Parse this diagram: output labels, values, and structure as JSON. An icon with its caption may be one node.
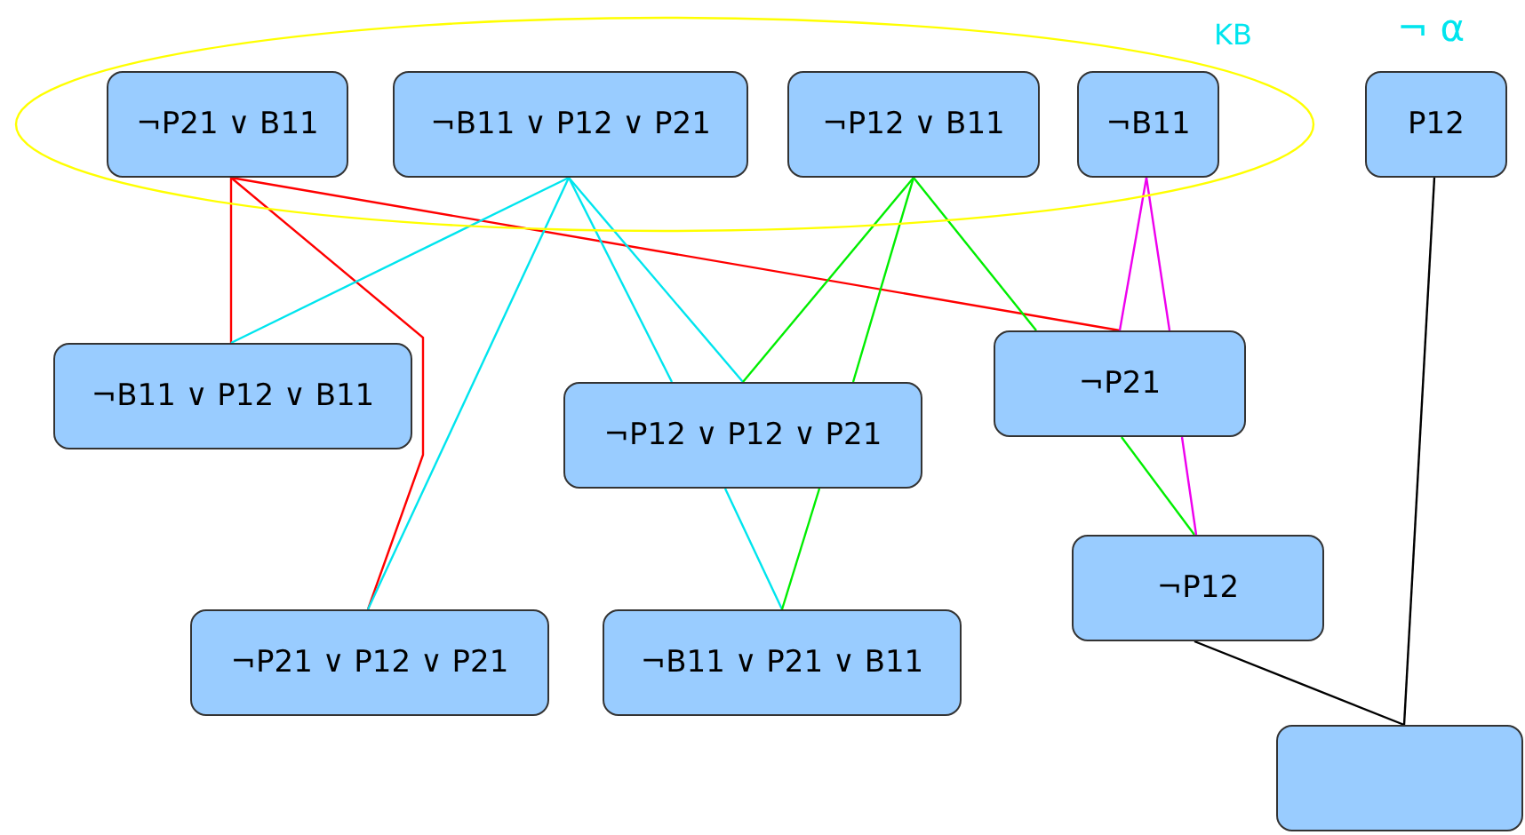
{
  "diagram": {
    "nodes": [
      {
        "text": [
          "KB"
        ]
      },
      {
        "text": [
          "¬P21 ∨ B11"
        ],
        "in": 0
      },
      {
        "text": [
          "¬B11 ∨ P12 ∨ P21"
        ],
        "in": 0
      },
      {
        "text": [
          "¬P12 ∨ B11"
        ],
        "in": 0
      },
      {
        "text": [
          "¬B11"
        ],
        "in": 0
      },
      {
        "text": [
          "P12"
        ],
        "beside": [
          "¬ α"
        ]
      },
      {
        "text": [
          "¬B11 ∨ P12 ∨ B11"
        ]
      },
      {
        "text": [
          "¬P12 ∨ P12 ∨ P21"
        ]
      },
      {
        "text": [
          "¬P21"
        ]
      },
      {
        "text": [
          "¬P12"
        ]
      },
      {
        "text": [
          "¬P21 ∨ P12 ∨ P21"
        ]
      },
      {
        "text": [
          "¬B11 ∨ P21 ∨ B11"
        ]
      },
      {
        "text": [],
        "shape": "box"
      }
    ],
    "edges": [
      {
        "from": 1,
        "to": 6,
        "arrow": "none",
        "color": "#ff0000"
      },
      {
        "from": 1,
        "to": 10,
        "arrow": "none",
        "color": "#ff0000"
      },
      {
        "from": 1,
        "to": 8,
        "arrow": "none",
        "color": "#ff0000"
      },
      {
        "from": 2,
        "to": 6,
        "arrow": "none",
        "color": "#00e5ee"
      },
      {
        "from": 2,
        "to": 10,
        "arrow": "none",
        "color": "#00e5ee"
      },
      {
        "from": 2,
        "to": 7,
        "arrow": "none",
        "color": "#00e5ee"
      },
      {
        "from": 2,
        "to": 7,
        "arrow": "none",
        "color": "#00e5ee"
      },
      {
        "from": 3,
        "to": 7,
        "arrow": "none",
        "color": "#00ee00"
      },
      {
        "from": 3,
        "to": 7,
        "arrow": "none",
        "color": "#00ee00"
      },
      {
        "from": 3,
        "to": 8,
        "arrow": "none",
        "color": "#00ee00"
      },
      {
        "from": 4,
        "to": 8,
        "arrow": "none",
        "color": "#ee00ee"
      },
      {
        "from": 4,
        "to": 8,
        "arrow": "none",
        "color": "#ee00ee"
      },
      {
        "from": 7,
        "to": 11,
        "arrow": "none",
        "color": "#00e5ee"
      },
      {
        "from": 7,
        "to": 11,
        "arrow": "none",
        "color": "#00ee00"
      },
      {
        "from": 8,
        "to": 9,
        "arrow": "none",
        "color": "#00ee00"
      },
      {
        "from": 8,
        "to": 9,
        "arrow": "none",
        "color": "#ee00ee"
      },
      {
        "from": 5,
        "to": 12,
        "arrow": "none",
        "color": "#000000"
      },
      {
        "from": 9,
        "to": 12,
        "arrow": "none",
        "color": "#000000"
      }
    ]
  }
}
